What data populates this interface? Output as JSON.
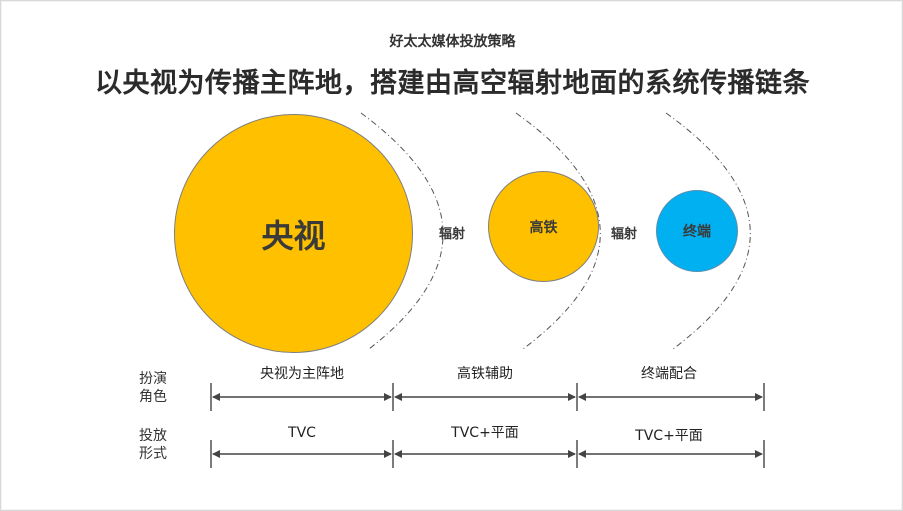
{
  "subtitle": "好太太媒体投放策略",
  "headline": "以央视为传播主阵地，搭建由高空辐射地面的系统传播链条",
  "circles": {
    "cctv": {
      "label": "央视",
      "color": "#ffc000"
    },
    "rail": {
      "label": "高铁",
      "color": "#ffc000"
    },
    "terminal": {
      "label": "终端",
      "color": "#00b0f0"
    }
  },
  "radiate_labels": [
    "辐射",
    "辐射"
  ],
  "rows": [
    {
      "label_lines": [
        "扮演",
        "角色"
      ],
      "segments": [
        "央视为主阵地",
        "高铁辅助",
        "终端配合"
      ]
    },
    {
      "label_lines": [
        "投放",
        "形式"
      ],
      "segments": [
        "TVC",
        "TVC+平面",
        "TVC+平面"
      ]
    }
  ]
}
